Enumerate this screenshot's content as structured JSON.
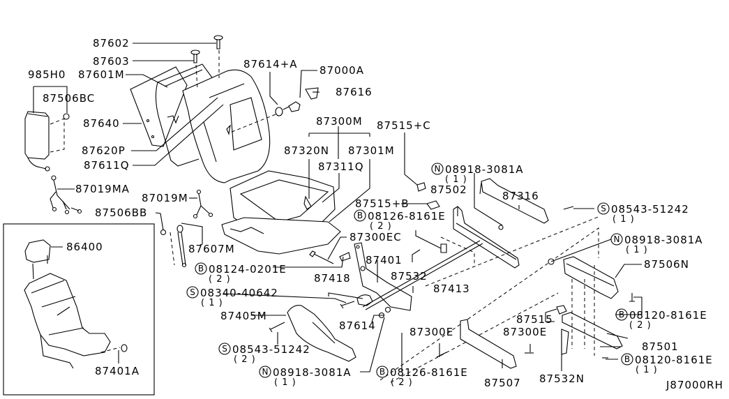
{
  "diagram": {
    "type": "exploded-parts-diagram",
    "subject": "Front seat assembly (RH)",
    "diagram_code": "J87000RH",
    "labels": {
      "p87602": "87602",
      "p87603": "87603",
      "p87601M": "87601M",
      "p985H0": "985H0",
      "p87506BC": "87506BC",
      "p87640": "87640",
      "p87620P": "87620P",
      "p87611Q": "87611Q",
      "p87614A": "87614+A",
      "p87000A": "87000A",
      "p87616": "87616",
      "p87300M": "87300M",
      "p87320N": "87320N",
      "p87301M": "87301M",
      "p87311Q": "87311Q",
      "p87515C": "87515+C",
      "p87019MA": "87019MA",
      "p87019M": "87019M",
      "p87506BB": "87506BB",
      "p87607M": "87607M",
      "p87502": "87502",
      "p87515B": "87515+B",
      "p87316": "87316",
      "p87300EC": "87300EC",
      "p87401": "87401",
      "p87532": "87532",
      "p87418": "87418",
      "p87413": "87413",
      "p87405M": "87405M",
      "p87614": "87614",
      "p87300E_a": "87300E",
      "p87300E_b": "87300E",
      "p87515": "87515",
      "p87506N": "87506N",
      "p87501": "87501",
      "p87507": "87507",
      "p87532N": "87532N",
      "p86400": "86400",
      "p87401A": "87401A"
    },
    "fasteners": [
      {
        "symbol": "N",
        "part": "08918-3081A",
        "qty": "( 1 )"
      },
      {
        "symbol": "B",
        "part": "08126-8161E",
        "qty": "( 2 )"
      },
      {
        "symbol": "S",
        "part": "08543-51242",
        "qty": "( 1 )"
      },
      {
        "symbol": "N",
        "part": "08918-3081A",
        "qty": "( 1 )"
      },
      {
        "symbol": "B",
        "part": "08124-0201E",
        "qty": "( 2 )"
      },
      {
        "symbol": "S",
        "part": "08340-40642",
        "qty": "( 1 )"
      },
      {
        "symbol": "B",
        "part": "08120-8161E",
        "qty": "( 2 )"
      },
      {
        "symbol": "S",
        "part": "08543-51242",
        "qty": "( 2 )"
      },
      {
        "symbol": "N",
        "part": "08918-3081A",
        "qty": "( 1 )"
      },
      {
        "symbol": "B",
        "part": "08126-8161E",
        "qty": "( 2 )"
      },
      {
        "symbol": "B",
        "part": "08120-8161E",
        "qty": "( 1 )"
      }
    ]
  }
}
